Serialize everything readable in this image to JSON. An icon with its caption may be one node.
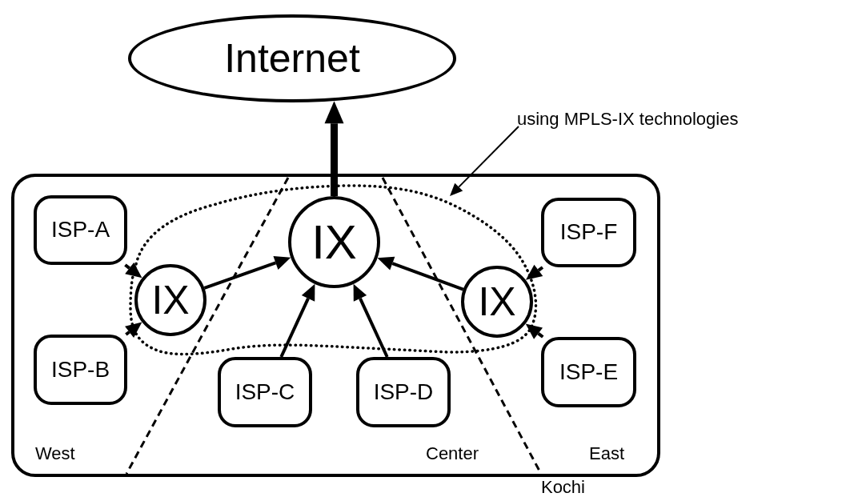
{
  "diagram": {
    "nodes": [
      {
        "text": [
          "Internet"
        ]
      },
      {
        "text": [
          "using MPLS-IX technologies"
        ]
      },
      {
        "text": [
          "Kochi"
        ]
      },
      {
        "text": [],
        "shape": "cloud",
        "in": 2
      },
      {
        "text": [
          "ISP-A"
        ],
        "in": 2
      },
      {
        "text": [
          "IX"
        ],
        "in": 3
      },
      {
        "text": [
          "ISP-B"
        ],
        "in": 2
      },
      {
        "text": [
          "IX"
        ],
        "in": 3
      },
      {
        "text": [
          "ISP-C"
        ],
        "in": 2
      },
      {
        "text": [
          "ISP-D"
        ],
        "in": 2
      },
      {
        "text": [
          "ISP-F"
        ],
        "in": 2
      },
      {
        "text": [
          "IX"
        ],
        "in": 3
      },
      {
        "text": [
          "ISP-E"
        ],
        "in": 2
      }
    ],
    "edges": [
      {
        "from": 4,
        "to": 5,
        "arrow": "to"
      },
      {
        "from": 6,
        "to": 5,
        "arrow": "to"
      },
      {
        "from": 5,
        "to": 7,
        "arrow": "to"
      },
      {
        "from": 8,
        "to": 7,
        "arrow": "to"
      },
      {
        "from": 9,
        "to": 7,
        "arrow": "to"
      },
      {
        "from": 11,
        "to": 7,
        "arrow": "to"
      },
      {
        "from": 10,
        "to": 11,
        "arrow": "to"
      },
      {
        "from": 12,
        "to": 11,
        "arrow": "to"
      },
      {
        "from": 7,
        "to": 0,
        "arrow": "to",
        "style": "thick"
      },
      {
        "from": 1,
        "to": 3,
        "arrow": "to"
      }
    ],
    "labels": [
      "West",
      "Center",
      "East"
    ]
  }
}
